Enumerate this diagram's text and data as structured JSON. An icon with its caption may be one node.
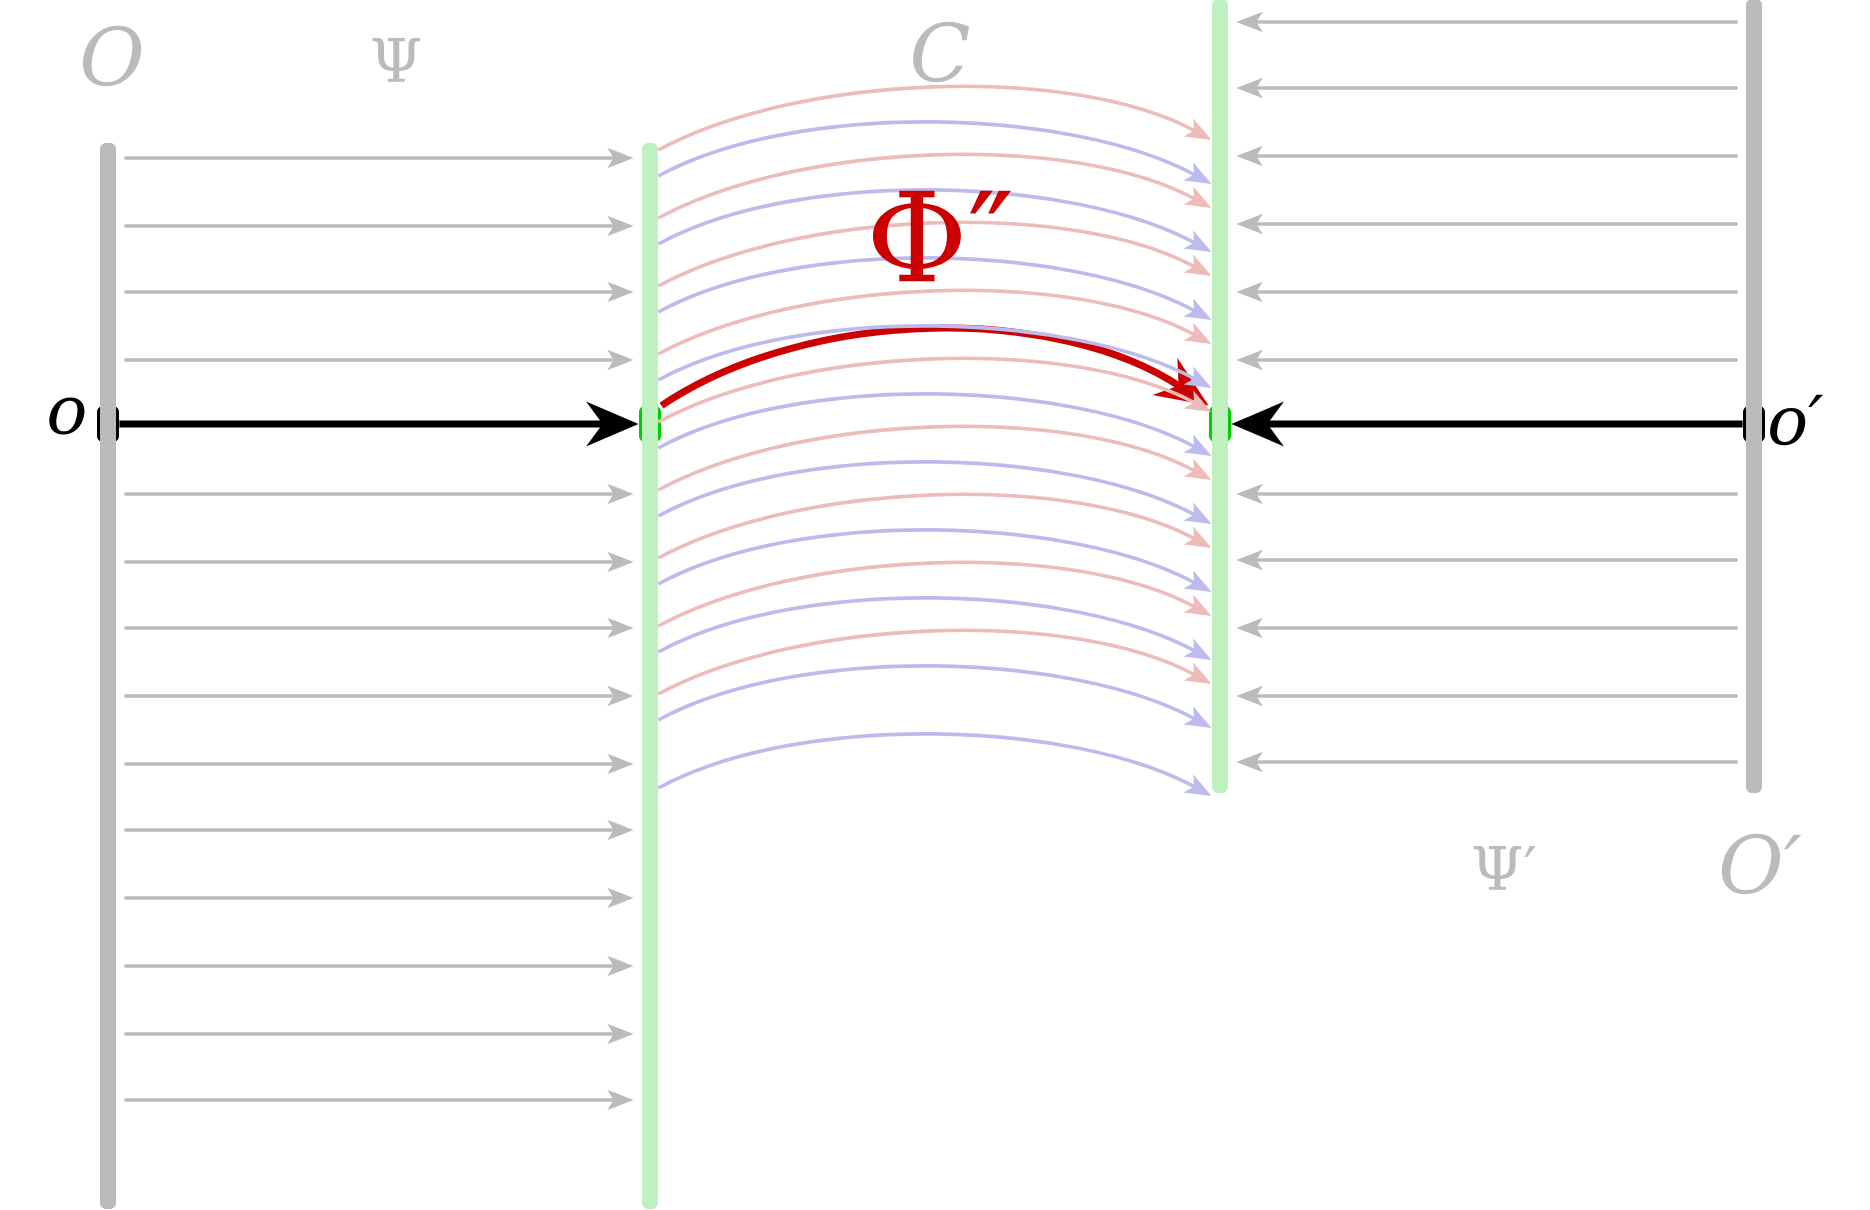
{
  "diagram": {
    "nodes": [
      {
        "text": [],
        "shape": "box",
        "beside": [
          "o"
        ]
      },
      {
        "text": [],
        "shape": "box"
      },
      {
        "text": [],
        "shape": "box"
      },
      {
        "text": [],
        "shape": "box",
        "beside": [
          "o′"
        ]
      },
      {
        "text": [],
        "shape": "bar"
      },
      {
        "text": [],
        "shape": "bar"
      },
      {
        "text": [],
        "shape": "bar"
      },
      {
        "text": [],
        "shape": "bar"
      }
    ],
    "edges": [
      {
        "from": 0,
        "to": 1,
        "arrow": "to",
        "style": "thick",
        "color": "#000000"
      },
      {
        "from": 1,
        "to": 2,
        "arrow": "to",
        "style": "thick",
        "color": "#cc0000",
        "label": "Φ″"
      },
      {
        "from": 3,
        "to": 2,
        "arrow": "to",
        "style": "thick",
        "color": "#000000"
      },
      {
        "from": 4,
        "to": 5,
        "arrow": "to",
        "color": "#bbbbbb"
      },
      {
        "from": 4,
        "to": 5,
        "arrow": "to",
        "color": "#bbbbbb"
      },
      {
        "from": 4,
        "to": 5,
        "arrow": "to",
        "color": "#bbbbbb"
      },
      {
        "from": 4,
        "to": 5,
        "arrow": "to",
        "color": "#bbbbbb"
      },
      {
        "from": 4,
        "to": 5,
        "arrow": "to",
        "color": "#bbbbbb"
      },
      {
        "from": 4,
        "to": 5,
        "arrow": "to",
        "color": "#bbbbbb"
      },
      {
        "from": 4,
        "to": 5,
        "arrow": "to",
        "color": "#bbbbbb"
      },
      {
        "from": 4,
        "to": 5,
        "arrow": "to",
        "color": "#bbbbbb"
      },
      {
        "from": 4,
        "to": 5,
        "arrow": "to",
        "color": "#bbbbbb"
      },
      {
        "from": 4,
        "to": 5,
        "arrow": "to",
        "color": "#bbbbbb"
      },
      {
        "from": 4,
        "to": 5,
        "arrow": "to",
        "color": "#bbbbbb"
      },
      {
        "from": 4,
        "to": 5,
        "arrow": "to",
        "color": "#bbbbbb"
      },
      {
        "from": 4,
        "to": 5,
        "arrow": "to",
        "color": "#bbbbbb"
      },
      {
        "from": 4,
        "to": 5,
        "arrow": "to",
        "color": "#bbbbbb"
      },
      {
        "from": 5,
        "to": 6,
        "arrow": "to",
        "color": "#eebbbb"
      },
      {
        "from": 5,
        "to": 6,
        "arrow": "to",
        "color": "#bbbbee"
      },
      {
        "from": 5,
        "to": 6,
        "arrow": "to",
        "color": "#eebbbb"
      },
      {
        "from": 5,
        "to": 6,
        "arrow": "to",
        "color": "#bbbbee"
      },
      {
        "from": 5,
        "to": 6,
        "arrow": "to",
        "color": "#eebbbb"
      },
      {
        "from": 5,
        "to": 6,
        "arrow": "to",
        "color": "#bbbbee"
      },
      {
        "from": 5,
        "to": 6,
        "arrow": "to",
        "color": "#eebbbb"
      },
      {
        "from": 5,
        "to": 6,
        "arrow": "to",
        "color": "#bbbbee"
      },
      {
        "from": 5,
        "to": 6,
        "arrow": "to",
        "color": "#eebbbb"
      },
      {
        "from": 5,
        "to": 6,
        "arrow": "to",
        "color": "#bbbbee"
      },
      {
        "from": 5,
        "to": 6,
        "arrow": "to",
        "color": "#eebbbb"
      },
      {
        "from": 5,
        "to": 6,
        "arrow": "to",
        "color": "#bbbbee"
      },
      {
        "from": 5,
        "to": 6,
        "arrow": "to",
        "color": "#eebbbb"
      },
      {
        "from": 5,
        "to": 6,
        "arrow": "to",
        "color": "#bbbbee"
      },
      {
        "from": 5,
        "to": 6,
        "arrow": "to",
        "color": "#eebbbb"
      },
      {
        "from": 5,
        "to": 6,
        "arrow": "to",
        "color": "#bbbbee"
      },
      {
        "from": 5,
        "to": 6,
        "arrow": "to",
        "color": "#eebbbb"
      },
      {
        "from": 5,
        "to": 6,
        "arrow": "to",
        "color": "#bbbbee"
      },
      {
        "from": 5,
        "to": 6,
        "arrow": "to",
        "color": "#bbbbee"
      },
      {
        "from": 7,
        "to": 6,
        "arrow": "to",
        "color": "#bbbbbb"
      },
      {
        "from": 7,
        "to": 6,
        "arrow": "to",
        "color": "#bbbbbb"
      },
      {
        "from": 7,
        "to": 6,
        "arrow": "to",
        "color": "#bbbbbb"
      },
      {
        "from": 7,
        "to": 6,
        "arrow": "to",
        "color": "#bbbbbb"
      },
      {
        "from": 7,
        "to": 6,
        "arrow": "to",
        "color": "#bbbbbb"
      },
      {
        "from": 7,
        "to": 6,
        "arrow": "to",
        "color": "#bbbbbb"
      },
      {
        "from": 7,
        "to": 6,
        "arrow": "to",
        "color": "#bbbbbb"
      },
      {
        "from": 7,
        "to": 6,
        "arrow": "to",
        "color": "#bbbbbb"
      },
      {
        "from": 7,
        "to": 6,
        "arrow": "to",
        "color": "#bbbbbb"
      },
      {
        "from": 7,
        "to": 6,
        "arrow": "to",
        "color": "#bbbbbb"
      },
      {
        "from": 7,
        "to": 6,
        "arrow": "to",
        "color": "#bbbbbb"
      }
    ],
    "labels": [
      "O",
      "Ψ",
      "C",
      "Ψ′",
      "O′"
    ]
  }
}
